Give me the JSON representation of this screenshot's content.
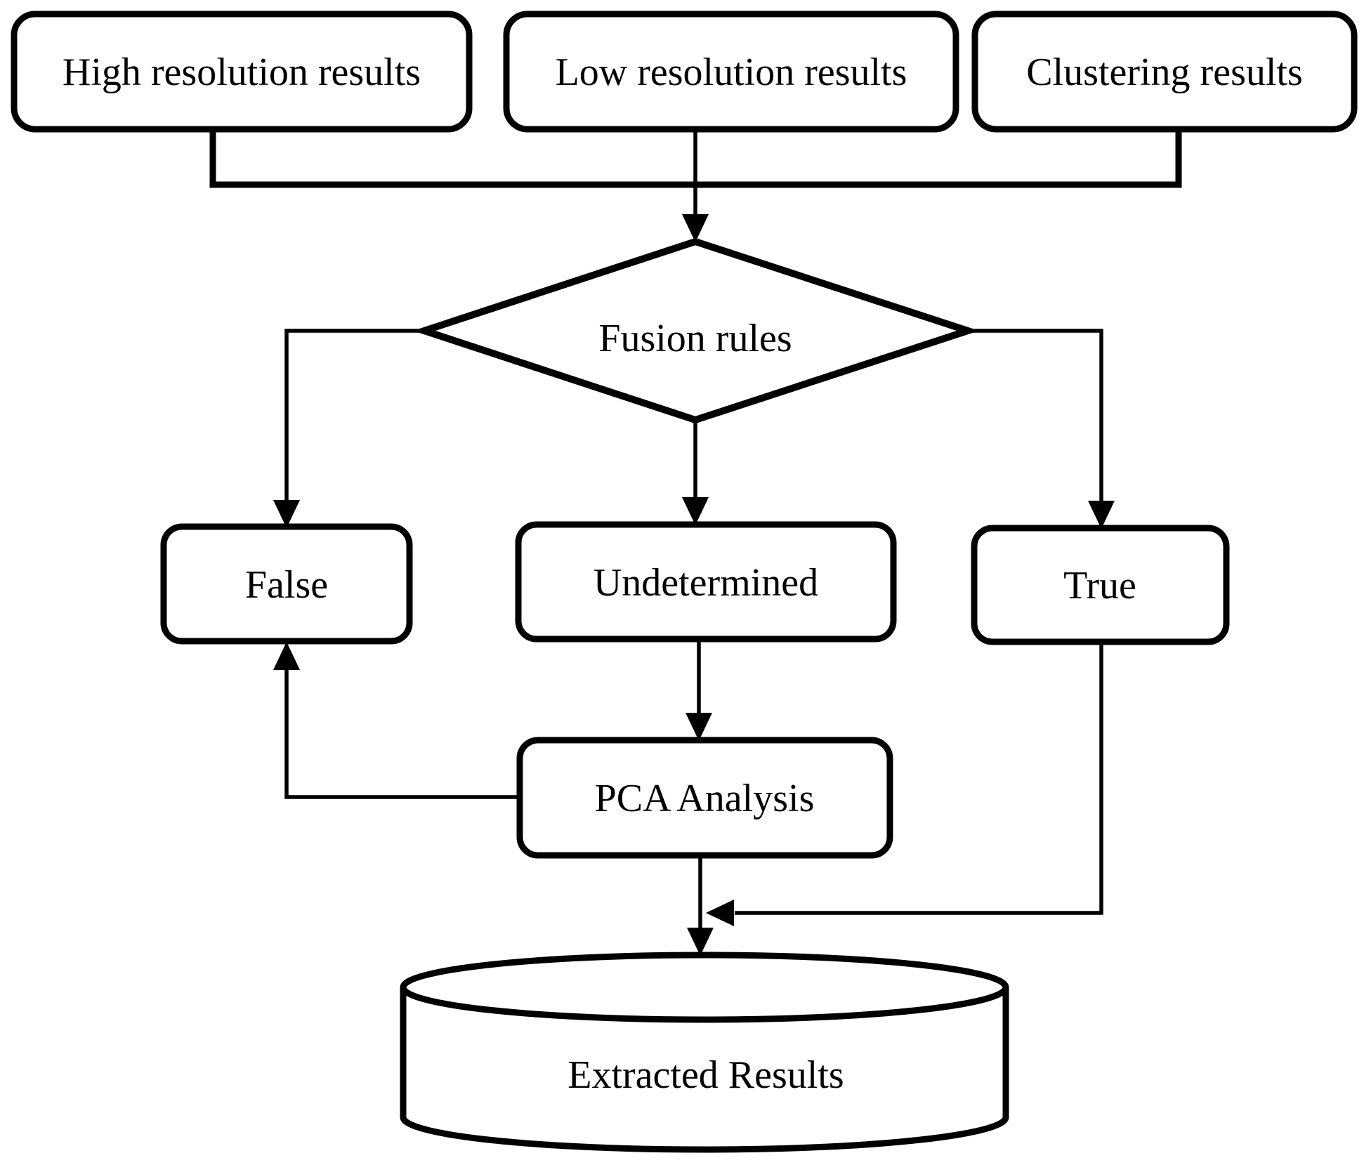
{
  "colors": {
    "stroke": "#000000",
    "fill": "#ffffff",
    "text": "#000000"
  },
  "nodes": {
    "high_resolution_results": {
      "label": "High resolution results",
      "shape": "rounded-rect"
    },
    "low_resolution_results": {
      "label": "Low resolution results",
      "shape": "rounded-rect"
    },
    "clustering_results": {
      "label": "Clustering results",
      "shape": "rounded-rect"
    },
    "fusion_rules": {
      "label": "Fusion rules",
      "shape": "diamond"
    },
    "false_branch": {
      "label": "False",
      "shape": "rounded-rect"
    },
    "undetermined_branch": {
      "label": "Undetermined",
      "shape": "rounded-rect"
    },
    "true_branch": {
      "label": "True",
      "shape": "rounded-rect"
    },
    "pca_analysis": {
      "label": "PCA Analysis",
      "shape": "rounded-rect"
    },
    "extracted_results": {
      "label": "Extracted Results",
      "shape": "cylinder"
    }
  },
  "edges": [
    {
      "from": "high_resolution_results",
      "to": "fusion_rules"
    },
    {
      "from": "low_resolution_results",
      "to": "fusion_rules"
    },
    {
      "from": "clustering_results",
      "to": "fusion_rules"
    },
    {
      "from": "fusion_rules",
      "to": "false_branch"
    },
    {
      "from": "fusion_rules",
      "to": "undetermined_branch"
    },
    {
      "from": "fusion_rules",
      "to": "true_branch"
    },
    {
      "from": "undetermined_branch",
      "to": "pca_analysis"
    },
    {
      "from": "pca_analysis",
      "to": "false_branch"
    },
    {
      "from": "pca_analysis",
      "to": "extracted_results"
    },
    {
      "from": "true_branch",
      "to": "extracted_results"
    }
  ]
}
